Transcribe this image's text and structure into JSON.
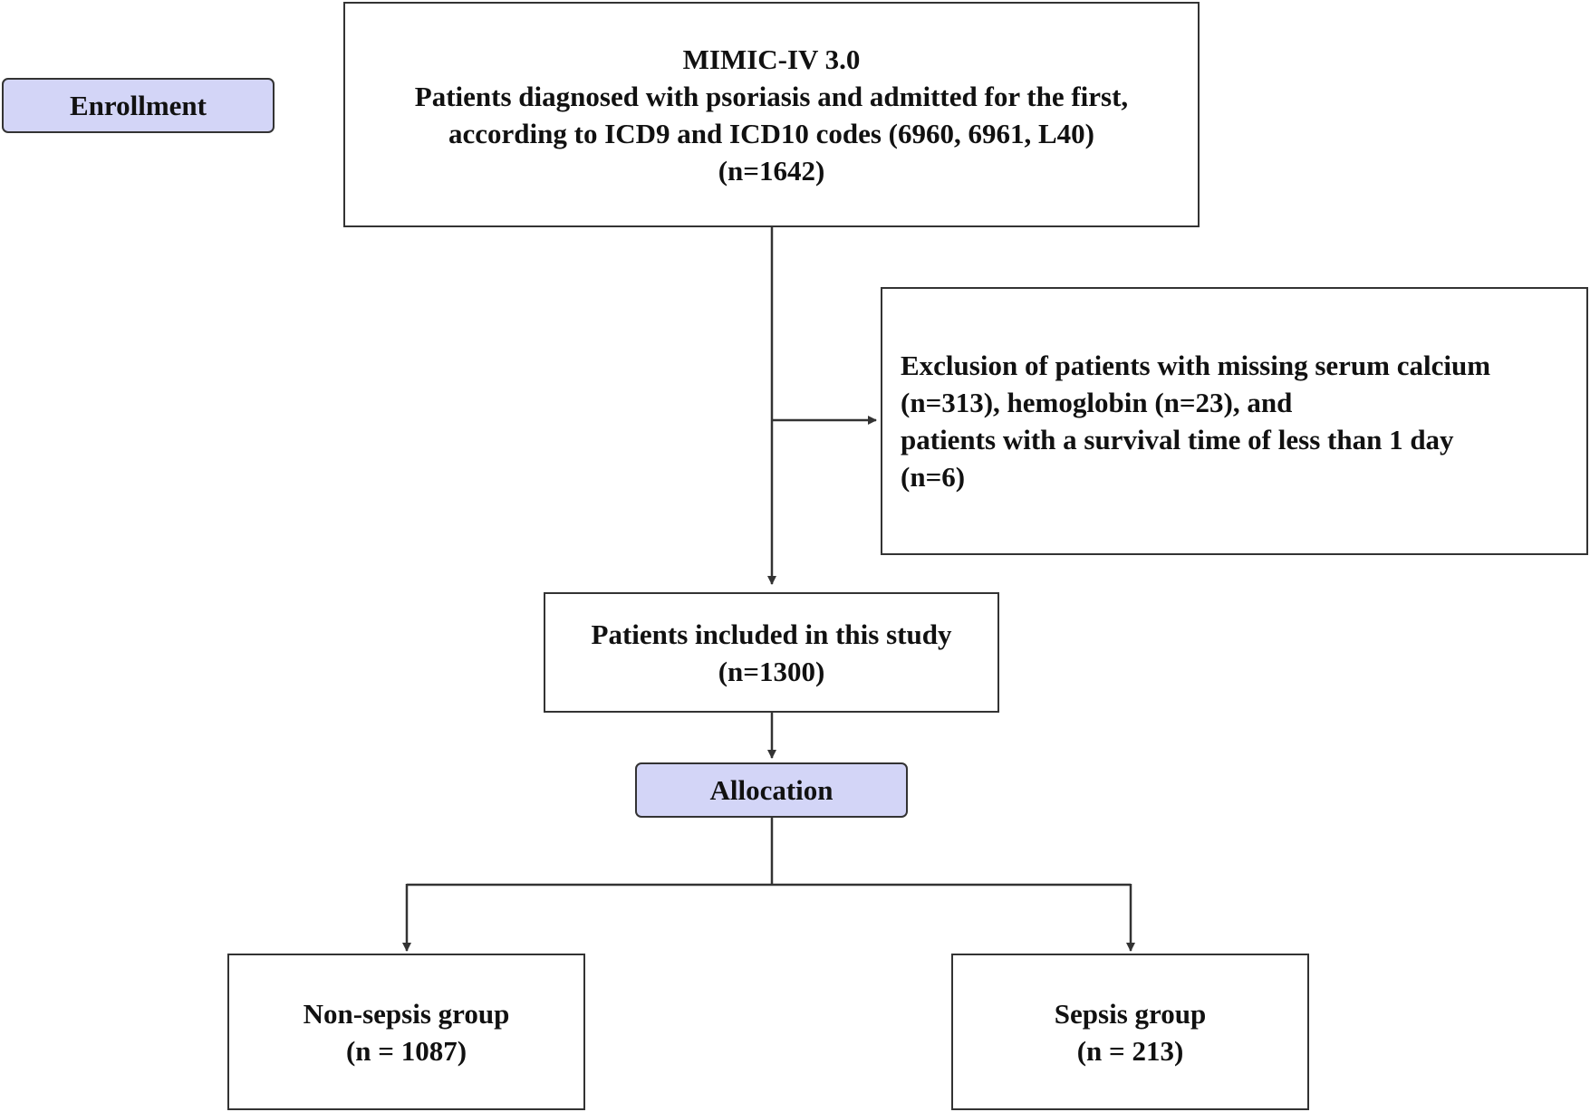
{
  "labels": {
    "enrollment": "Enrollment",
    "allocation": "Allocation"
  },
  "source_box": {
    "title": "MIMIC-IV 3.0",
    "line1": "Patients diagnosed with psoriasis and admitted for the first,",
    "line2": "according to ICD9 and ICD10 codes (6960, 6961, L40)",
    "count": "(n=1642)"
  },
  "exclusion_box": {
    "line1": "Exclusion of patients with missing  serum calcium",
    "line2": "(n=313), hemoglobin (n=23),  and",
    "line3": "patients with a survival time of less than 1 day",
    "line4": "(n=6)"
  },
  "included_box": {
    "label": "Patients included in this study",
    "count": "(n=1300)"
  },
  "groups": [
    {
      "label": "Non-sepsis group",
      "count": "(n = 1087)"
    },
    {
      "label": "Sepsis group",
      "count": "(n = 213)"
    }
  ],
  "colors": {
    "stage_label_fill": "#d3d5f7",
    "stroke": "#333333"
  }
}
